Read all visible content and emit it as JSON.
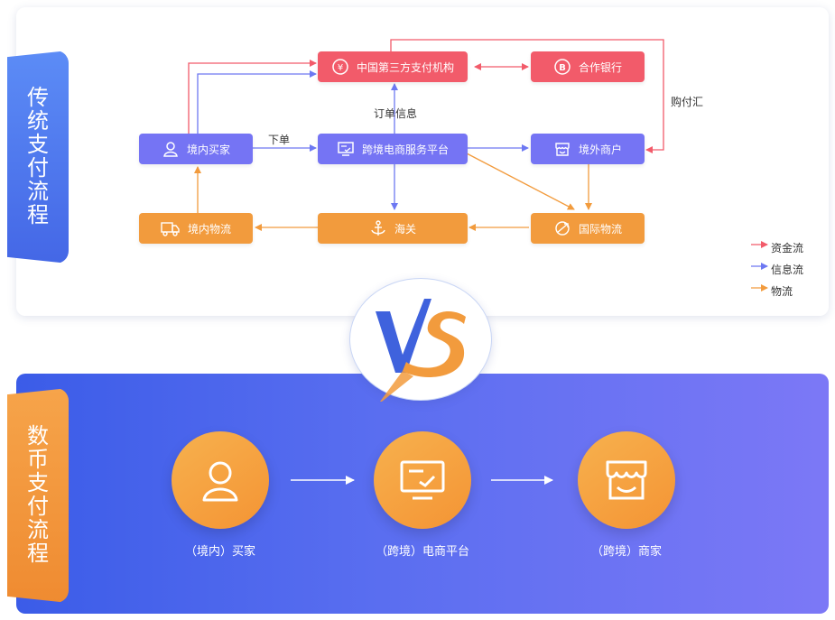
{
  "side_tabs": {
    "traditional": "传统支付流程",
    "digital": "数币支付流程"
  },
  "nodes": {
    "third_party_payment": "中国第三方支付机构",
    "partner_bank": "合作银行",
    "domestic_buyer": "境内买家",
    "ecommerce_platform": "跨境电商服务平台",
    "overseas_merchant": "境外商户",
    "domestic_logistics": "境内物流",
    "customs": "海关",
    "international_logistics": "国际物流"
  },
  "edge_labels": {
    "order_info": "订单信息",
    "place_order": "下单",
    "purchase_fx": "购付汇"
  },
  "legend": {
    "fund_flow": "资金流",
    "info_flow": "信息流",
    "logistics": "物流"
  },
  "colors": {
    "fund_flow": "#f25b6a",
    "info_flow": "#6d78f2",
    "logistics": "#f29b3d"
  },
  "digital_flow": {
    "buyer": "（境内）买家",
    "platform": "（跨境）电商平台",
    "merchant": "（跨境）商家"
  },
  "icons": {
    "third_party_payment": "yuan-cycle-icon",
    "partner_bank": "bank-b-icon",
    "domestic_buyer": "user-icon",
    "ecommerce_platform": "monitor-icon",
    "overseas_merchant": "store-icon",
    "domestic_logistics": "truck-icon",
    "customs": "anchor-icon",
    "international_logistics": "plane-globe-icon"
  }
}
